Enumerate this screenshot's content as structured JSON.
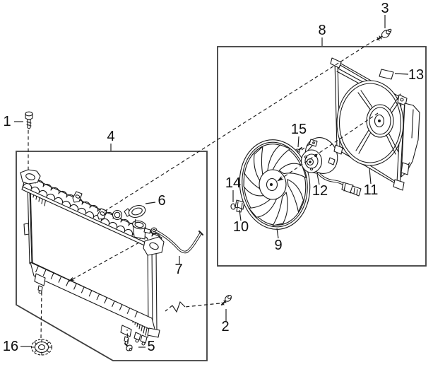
{
  "diagram": {
    "background_color": "#ffffff",
    "line_color": "#1a1a1a",
    "box_border_color": "#3d3d3d",
    "callouts": [
      {
        "id": 1,
        "label": "1"
      },
      {
        "id": 2,
        "label": "2"
      },
      {
        "id": 3,
        "label": "3"
      },
      {
        "id": 4,
        "label": "4"
      },
      {
        "id": 5,
        "label": "5"
      },
      {
        "id": 6,
        "label": "6"
      },
      {
        "id": 7,
        "label": "7"
      },
      {
        "id": 8,
        "label": "8"
      },
      {
        "id": 9,
        "label": "9"
      },
      {
        "id": 10,
        "label": "10"
      },
      {
        "id": 11,
        "label": "11"
      },
      {
        "id": 12,
        "label": "12"
      },
      {
        "id": 13,
        "label": "13"
      },
      {
        "id": 14,
        "label": "14"
      },
      {
        "id": 15,
        "label": "15"
      },
      {
        "id": 16,
        "label": "16"
      }
    ]
  }
}
